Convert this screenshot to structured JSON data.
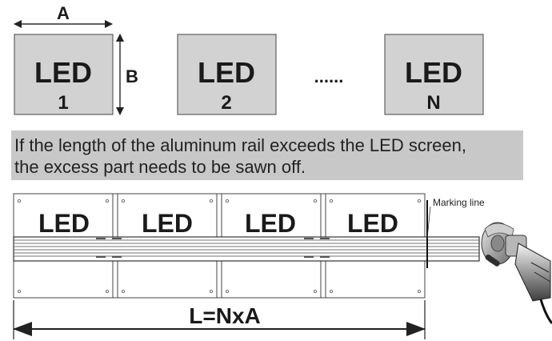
{
  "top": {
    "dim_a": "A",
    "dim_b": "B",
    "modules": [
      {
        "title": "LED",
        "index": "1"
      },
      {
        "title": "LED",
        "index": "2"
      },
      {
        "title": "LED",
        "index": "N"
      }
    ],
    "ellipsis": "......"
  },
  "note": {
    "line1": "If the length of the aluminum rail exceeds the LED screen,",
    "line2": "the excess part needs to be sawn off."
  },
  "bottom": {
    "modules": [
      "LED",
      "LED",
      "LED",
      "LED"
    ],
    "marking_line": "Marking line",
    "length_label": "L=NxA"
  },
  "colors": {
    "module_fill": "#d2d2d2",
    "note_bg": "#c8c8c8",
    "stroke": "#333333"
  },
  "icons": {
    "tool": "angle-grinder-icon"
  }
}
